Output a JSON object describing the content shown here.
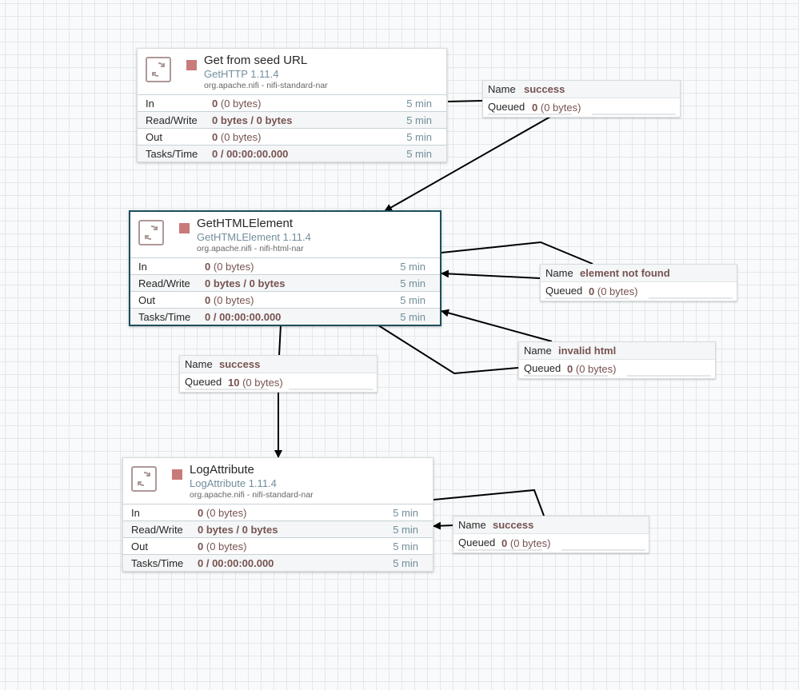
{
  "processors": {
    "seed": {
      "name": "Get from seed URL",
      "type": "GetHTTP 1.11.4",
      "bundle": "org.apache.nifi - nifi-standard-nar",
      "in_count": "0",
      "in_bytes": "(0 bytes)",
      "rw": "0 bytes / 0 bytes",
      "out_count": "0",
      "out_bytes": "(0 bytes)",
      "tasks": "0 / 00:00:00.000"
    },
    "html": {
      "name": "GetHTMLElement",
      "type": "GetHTMLElement 1.11.4",
      "bundle": "org.apache.nifi - nifi-html-nar",
      "in_count": "0",
      "in_bytes": "(0 bytes)",
      "rw": "0 bytes / 0 bytes",
      "out_count": "0",
      "out_bytes": "(0 bytes)",
      "tasks": "0 / 00:00:00.000"
    },
    "log": {
      "name": "LogAttribute",
      "type": "LogAttribute 1.11.4",
      "bundle": "org.apache.nifi - nifi-standard-nar",
      "in_count": "0",
      "in_bytes": "(0 bytes)",
      "rw": "0 bytes / 0 bytes",
      "out_count": "0",
      "out_bytes": "(0 bytes)",
      "tasks": "0 / 00:00:00.000"
    }
  },
  "labels": {
    "in": "In",
    "rw": "Read/Write",
    "out": "Out",
    "tasks": "Tasks/Time",
    "window": "5 min",
    "name_key": "Name",
    "queued_key": "Queued"
  },
  "connections": {
    "c1": {
      "name": "success",
      "count": "0",
      "bytes": "(0 bytes)"
    },
    "c2": {
      "name": "element not found",
      "count": "0",
      "bytes": "(0 bytes)"
    },
    "c3": {
      "name": "invalid html",
      "count": "0",
      "bytes": "(0 bytes)"
    },
    "c4": {
      "name": "success",
      "count": "10",
      "bytes": "(0 bytes)"
    },
    "c5": {
      "name": "success",
      "count": "0",
      "bytes": "(0 bytes)"
    }
  },
  "colors": {
    "selected_border": "#1d4e5c",
    "run_state_stopped": "#c97a7a",
    "value_text": "#775351",
    "version_text": "#728e9b"
  },
  "icons": {
    "processor": "processor-icon",
    "run_state": "stopped-icon"
  }
}
